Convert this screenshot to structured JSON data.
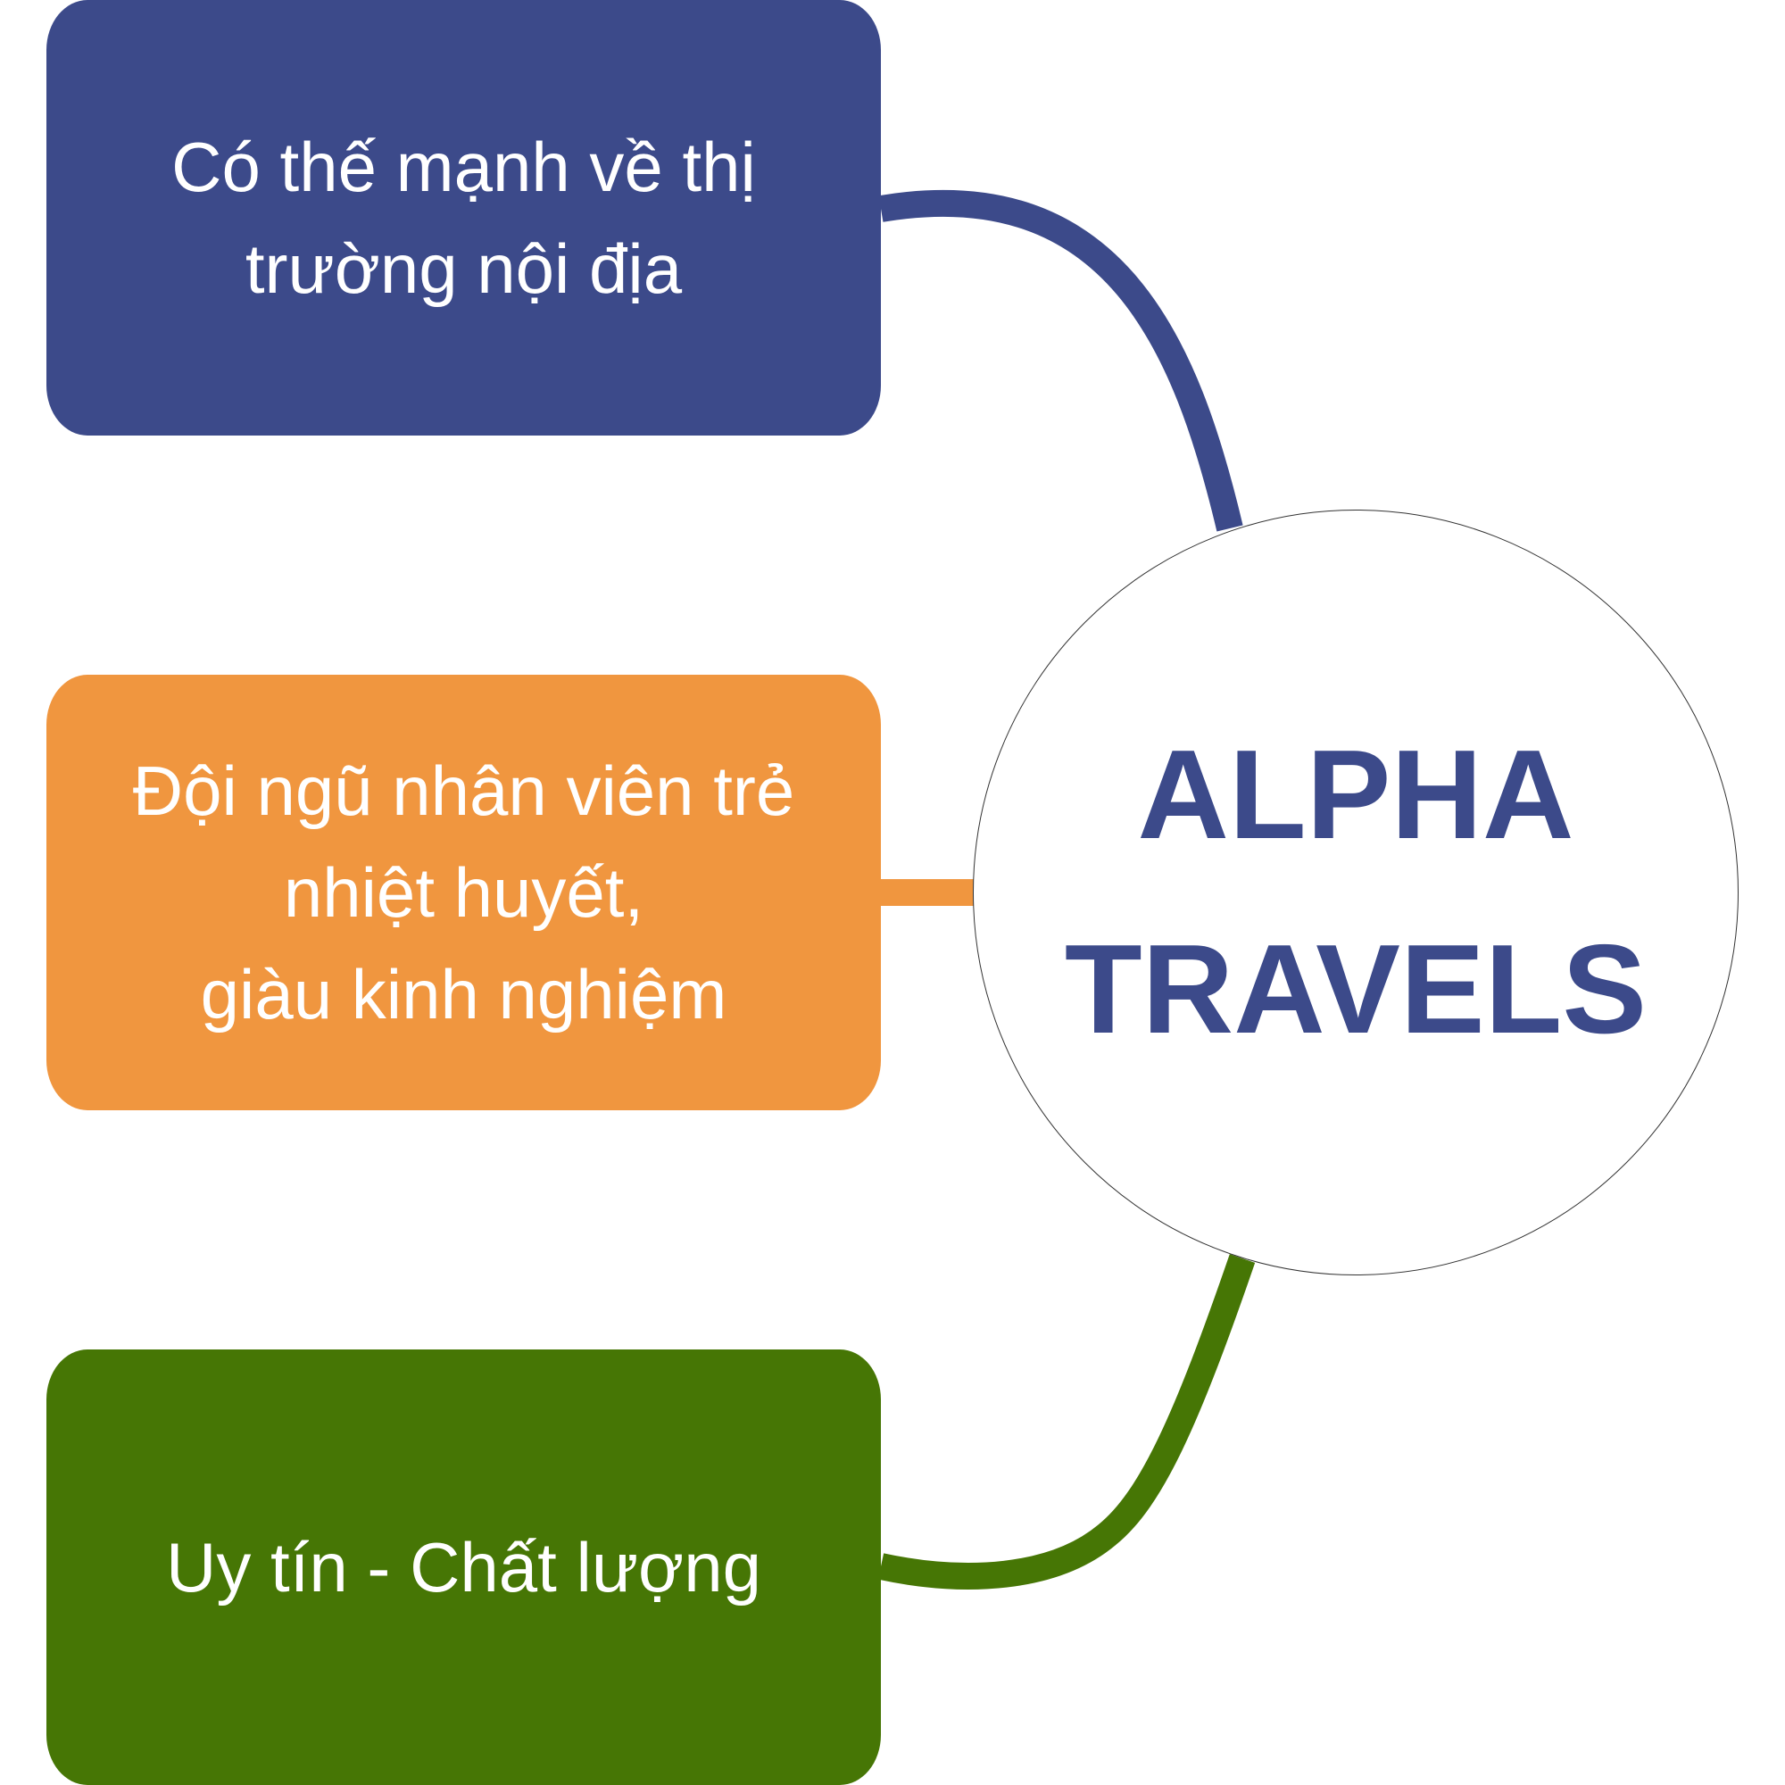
{
  "colors": {
    "blue": "#3c4a8a",
    "orange": "#f0963f",
    "green": "#467605"
  },
  "center": {
    "title": "ALPHA\nTRAVELS"
  },
  "boxes": [
    {
      "text": "Có thế mạnh về thị\ntrường nội địa"
    },
    {
      "text": "Đội ngũ nhân viên trẻ\nnhiệt huyết,\ngiàu kinh nghiệm"
    },
    {
      "text": "Uy tín - Chất lượng"
    }
  ]
}
